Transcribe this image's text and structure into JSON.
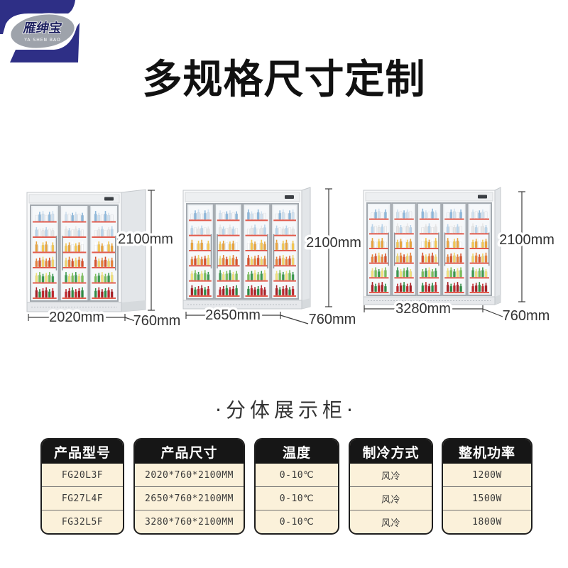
{
  "logo": {
    "name": "雁绅宝",
    "pinyin": "YA SHEN BAO"
  },
  "title": "多规格尺寸定制",
  "fridges": [
    {
      "doors": 3,
      "height": "2100mm",
      "width": "2020mm",
      "depth": "760mm"
    },
    {
      "doors": 4,
      "height": "2100mm",
      "width": "2650mm",
      "depth": "760mm"
    },
    {
      "doors": 5,
      "height": "2100mm",
      "width": "3280mm",
      "depth": "760mm"
    }
  ],
  "subtitle": "·分体展示柜·",
  "table": {
    "headers": [
      "产品型号",
      "产品尺寸",
      "温度",
      "制冷方式",
      "整机功率"
    ],
    "rows": [
      [
        "FG20L3F",
        "2020*760*2100MM",
        "0-10℃",
        "风冷",
        "1200W"
      ],
      [
        "FG27L4F",
        "2650*760*2100MM",
        "0-10℃",
        "风冷",
        "1500W"
      ],
      [
        "FG32L5F",
        "3280*760*2100MM",
        "0-10℃",
        "风冷",
        "1800W"
      ]
    ]
  },
  "colors": {
    "logo_blue": "#2e2f86",
    "logo_grey": "#9ea3ab",
    "logo_text": "#1f2260",
    "header_bg": "#161616",
    "cell_bg": "#fbf1da",
    "shelf_strip": "#e25b4d",
    "bottles": [
      [
        "#f5f7fa",
        "#cfe0ef",
        "#8db8dc"
      ],
      [
        "#f7f7f7",
        "#b9d4ea",
        "#e6e6e6"
      ],
      [
        "#f4c64f",
        "#ffffff",
        "#e8a33d"
      ],
      [
        "#e8813a",
        "#f1d36a",
        "#d9532c"
      ],
      [
        "#7bbf5a",
        "#f0e07a",
        "#3d9a4f"
      ],
      [
        "#c0282d",
        "#2f8c43",
        "#a81f24"
      ]
    ]
  }
}
